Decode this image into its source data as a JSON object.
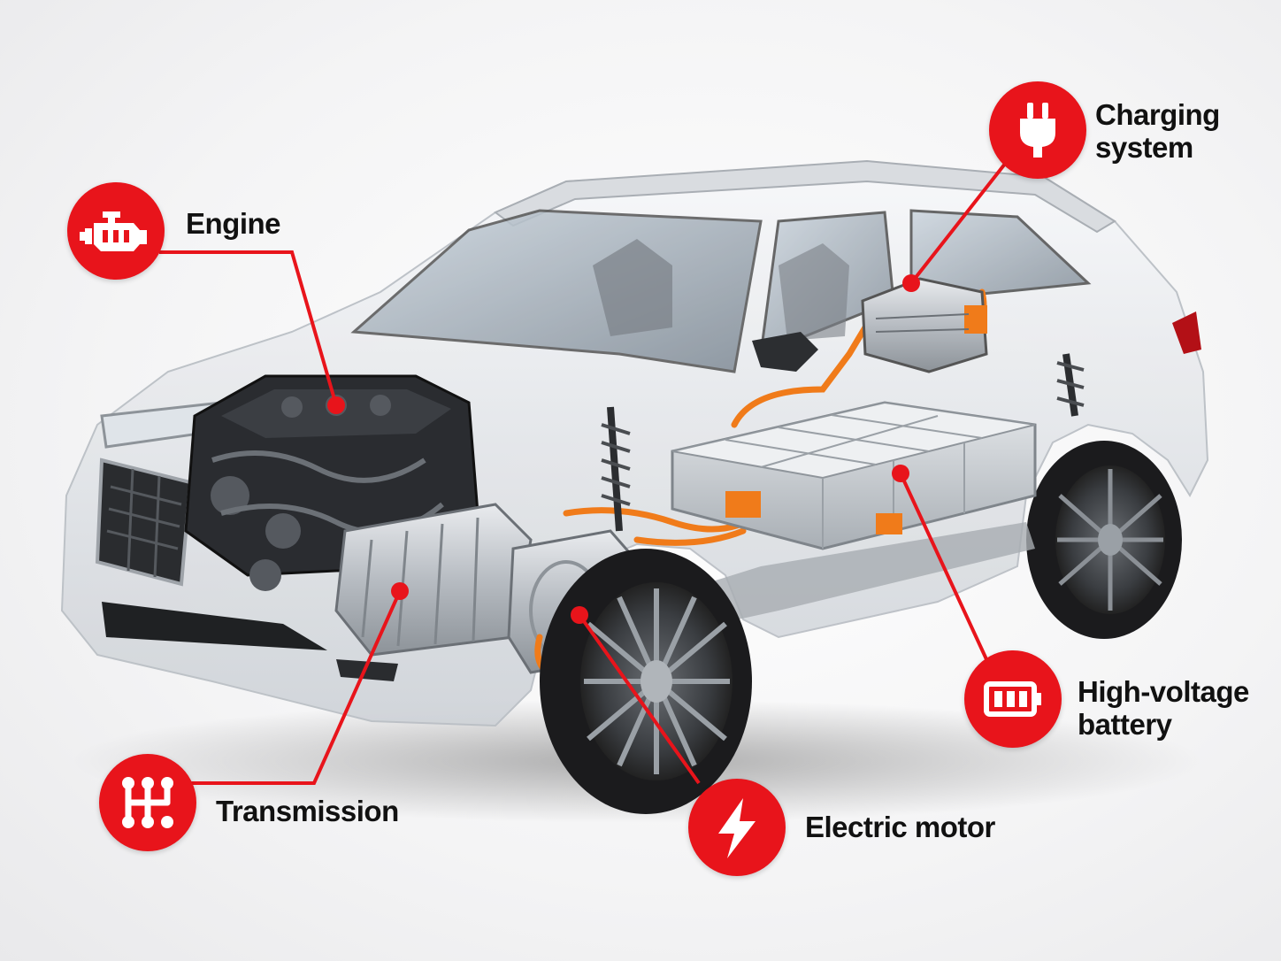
{
  "colors": {
    "accent": "#e8141b",
    "orange_cable": "#f07b1a",
    "body": "#eef0f3",
    "tire": "#1b1b1d"
  },
  "callouts": [
    {
      "id": "engine",
      "label": "Engine",
      "icon": "engine-icon"
    },
    {
      "id": "charging",
      "label": "Charging system",
      "icon": "plug-icon"
    },
    {
      "id": "battery",
      "label": "High-voltage battery",
      "icon": "battery-icon"
    },
    {
      "id": "transmission",
      "label": "Transmission",
      "icon": "gear-shift-icon"
    },
    {
      "id": "motor",
      "label": "Electric motor",
      "icon": "lightning-icon"
    }
  ],
  "labels": {
    "engine": "Engine",
    "charging_1": "Charging",
    "charging_2": "system",
    "battery_1": "High-voltage",
    "battery_2": "battery",
    "transmission": "Transmission",
    "motor": "Electric motor"
  }
}
